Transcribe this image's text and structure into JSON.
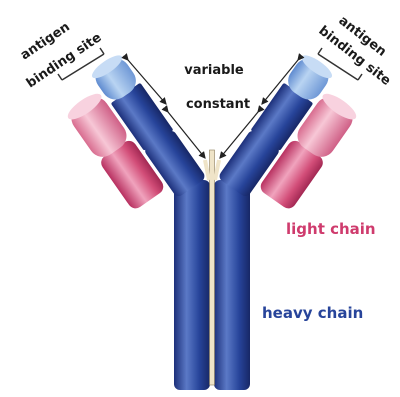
{
  "labels": {
    "antigen_left": "antigen",
    "binding_site_left": "binding site",
    "antigen_right": "antigen",
    "binding_site_right": "binding site",
    "variable": "variable",
    "constant": "constant",
    "light_chain": "light chain",
    "heavy_chain": "heavy chain"
  },
  "colors": {
    "heavy_chain_blue": "#27449a",
    "heavy_chain_highlight": "#5b79c6",
    "variable_region_blue": "#8fb6e6",
    "light_chain_pink": "#d24d78",
    "light_chain_highlight": "#f0a3bd",
    "hinge_cream": "#efe4c8"
  }
}
